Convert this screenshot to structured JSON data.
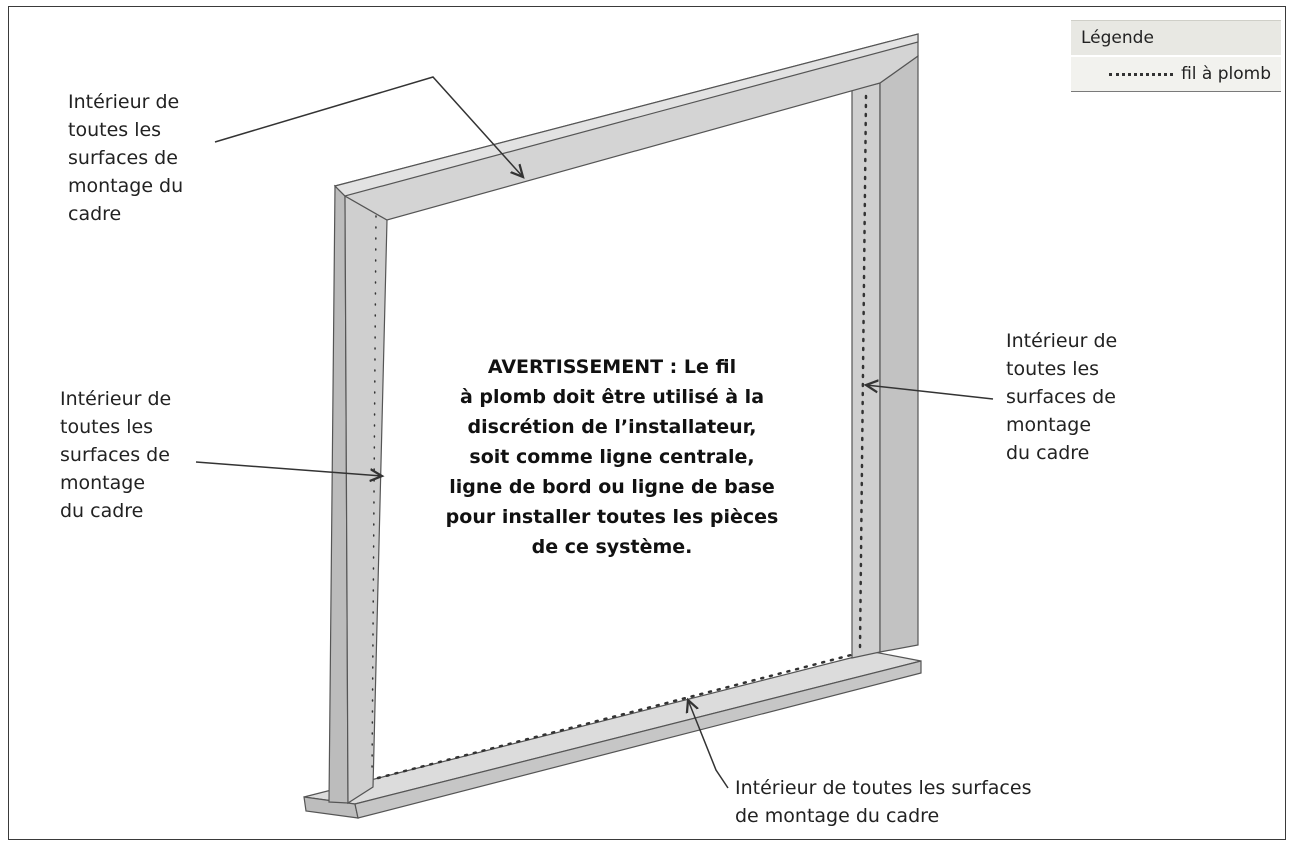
{
  "legend": {
    "title": "Légende",
    "item": "fil à plomb"
  },
  "callouts": {
    "top": "Intérieur de\ntoutes les\nsurfaces de\nmontage du\ncadre",
    "left": "Intérieur de\ntoutes les\nsurfaces de\nmontage\ndu cadre",
    "right": "Intérieur de\ntoutes les\nsurfaces de\nmontage\ndu cadre",
    "bottom": "Intérieur de toutes les surfaces\nde montage du cadre"
  },
  "warning": "AVERTISSEMENT : Le fil\nà plomb doit être utilisé à la\ndiscrétion de l’installateur,\nsoit comme ligne centrale,\nligne de bord ou ligne de base\npour installer toutes les pièces\nde ce système.",
  "colors": {
    "frame_face": "#cfcfcf",
    "frame_side": "#b5b5b5",
    "frame_top": "#dedede",
    "outline": "#555555",
    "plumb_line": "#333333"
  }
}
